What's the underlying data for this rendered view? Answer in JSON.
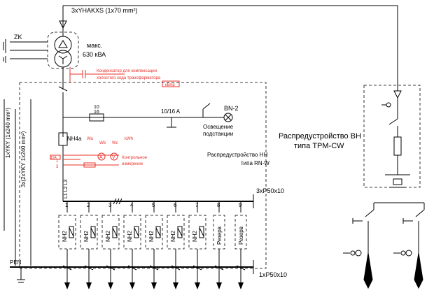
{
  "colors": {
    "line": "#000000",
    "accent": "#e8302a",
    "background": "#ffffff"
  },
  "labels": {
    "cable_in": "3xYHAKXS (1x70 mm²)",
    "zk": "ZK",
    "transformer_line1": "макс.",
    "transformer_line2": "630 кВА",
    "capacitor_line1": "Конденсатор для компенсации",
    "capacitor_line2": "холостого хода трансформатора",
    "capacitor_box": "кВАр",
    "cable_1": "1xYKY (1x240 mm²)",
    "cable_2": "3x(2xYKY 1x240 mm²)",
    "fuse_10": "10",
    "fuse_16": "16",
    "lighting_fuse": "10/16 A",
    "bn": "BN-2",
    "lighting_line1": "Освещение",
    "lighting_line2": "подстанции",
    "nh4a": "NH4a",
    "meter_1": "Wa",
    "meter_2": "Wb",
    "meter_3": "Wc",
    "meter_4": "kWh",
    "ct": "15A",
    "ct_num": "3",
    "ct_1": "1",
    "control_line1": "Контрольное",
    "control_line2": "измерение",
    "amp": "A",
    "volt": "V",
    "lv_line1": "Распредустройство НН",
    "lv_line2": "типа RN-W",
    "hv_line1": "Распредустройство ВН",
    "hv_line2": "типа TPM-CW",
    "busbar_top": "3xP50x10",
    "busbar_bottom": "1xP50x10",
    "pen": "PEN",
    "phases": "L1 L2 L3",
    "outputs": [
      "1",
      "2",
      "3",
      "4",
      "5",
      "6",
      "7",
      "8",
      "9"
    ],
    "nh2": "NH2",
    "reserve": "Резерв"
  }
}
